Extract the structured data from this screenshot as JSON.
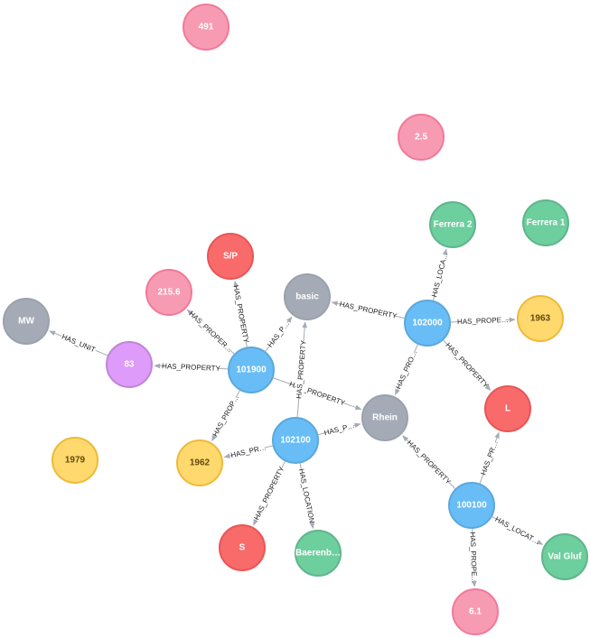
{
  "colors": {
    "edge": "#a5abb6",
    "pink": {
      "fill": "#f79bb3",
      "stroke": "#f3789a",
      "text": "#ffffff"
    },
    "red": {
      "fill": "#f96a6a",
      "stroke": "#e85656",
      "text": "#ffffff"
    },
    "grey": {
      "fill": "#a5abb6",
      "stroke": "#9aa1ac",
      "text": "#ffffff"
    },
    "blue": {
      "fill": "#68bdf6",
      "stroke": "#5ca8db",
      "text": "#ffffff"
    },
    "green": {
      "fill": "#6dce9e",
      "stroke": "#60b58b",
      "text": "#ffffff"
    },
    "yellow": {
      "fill": "#ffd86e",
      "stroke": "#edba39",
      "text": "#604a0e"
    },
    "purple": {
      "fill": "#de9bf9",
      "stroke": "#bf85d6",
      "text": "#ffffff"
    }
  },
  "nodes": [
    {
      "id": "n491",
      "label": "491",
      "color": "pink"
    },
    {
      "id": "n2_5",
      "label": "2.5",
      "color": "pink"
    },
    {
      "id": "ferrera2",
      "label": "Ferrera 2",
      "color": "green"
    },
    {
      "id": "ferrera1",
      "label": "Ferrera 1",
      "color": "green"
    },
    {
      "id": "sp",
      "label": "S/P",
      "color": "red"
    },
    {
      "id": "n215_6",
      "label": "215.6",
      "color": "pink"
    },
    {
      "id": "basic",
      "label": "basic",
      "color": "grey"
    },
    {
      "id": "n102000",
      "label": "102000",
      "color": "blue"
    },
    {
      "id": "n1963",
      "label": "1963",
      "color": "yellow"
    },
    {
      "id": "mw",
      "label": "MW",
      "color": "grey"
    },
    {
      "id": "n83",
      "label": "83",
      "color": "purple"
    },
    {
      "id": "n101900",
      "label": "101900",
      "color": "blue"
    },
    {
      "id": "L",
      "label": "L",
      "color": "red"
    },
    {
      "id": "rhein",
      "label": "Rhein",
      "color": "grey"
    },
    {
      "id": "n102100",
      "label": "102100",
      "color": "blue"
    },
    {
      "id": "n1979",
      "label": "1979",
      "color": "yellow"
    },
    {
      "id": "n1962",
      "label": "1962",
      "color": "yellow"
    },
    {
      "id": "n100100",
      "label": "100100",
      "color": "blue"
    },
    {
      "id": "S",
      "label": "S",
      "color": "red"
    },
    {
      "id": "baerenb",
      "label": "Baerenb…",
      "color": "green"
    },
    {
      "id": "valgluf",
      "label": "Val Gluf",
      "color": "green"
    },
    {
      "id": "n6_1",
      "label": "6.1",
      "color": "pink"
    }
  ],
  "edges": [
    {
      "from": "n101900",
      "to": "sp",
      "label": "HAS_PROPERTY"
    },
    {
      "from": "n101900",
      "to": "n215_6",
      "label": "HAS_PROPER…"
    },
    {
      "from": "n101900",
      "to": "basic",
      "label": "HAS_P…"
    },
    {
      "from": "n101900",
      "to": "n83",
      "label": "HAS_PROPERTY"
    },
    {
      "from": "n101900",
      "to": "rhein",
      "label": "HAS_PROPERTY"
    },
    {
      "from": "n101900",
      "to": "n1962",
      "label": "HAS_PROP…"
    },
    {
      "from": "n83",
      "to": "mw",
      "label": "HAS_UNIT"
    },
    {
      "from": "n102000",
      "to": "basic",
      "label": "HAS_PROPERTY"
    },
    {
      "from": "n102000",
      "to": "ferrera2",
      "label": "HAS_LOCA…"
    },
    {
      "from": "n102000",
      "to": "n1963",
      "label": "HAS_PROPE…"
    },
    {
      "from": "n102000",
      "to": "L",
      "label": "HAS_PROPERTY"
    },
    {
      "from": "n102000",
      "to": "rhein",
      "label": "HAS_PRO…"
    },
    {
      "from": "n102100",
      "to": "basic",
      "label": "HAS_PROPERTY"
    },
    {
      "from": "n102100",
      "to": "rhein",
      "label": "HAS_P…"
    },
    {
      "from": "n102100",
      "to": "n1962",
      "label": "HAS_PR…"
    },
    {
      "from": "n102100",
      "to": "S",
      "label": "HAS_PROPERTY"
    },
    {
      "from": "n102100",
      "to": "baerenb",
      "label": "HAS_LOCATION"
    },
    {
      "from": "n100100",
      "to": "rhein",
      "label": "HAS_PROPERTY"
    },
    {
      "from": "n100100",
      "to": "L",
      "label": "HAS_PR…"
    },
    {
      "from": "n100100",
      "to": "valgluf",
      "label": "HAS_LOCAT…"
    },
    {
      "from": "n100100",
      "to": "n6_1",
      "label": "HAS_PROPE…"
    }
  ]
}
